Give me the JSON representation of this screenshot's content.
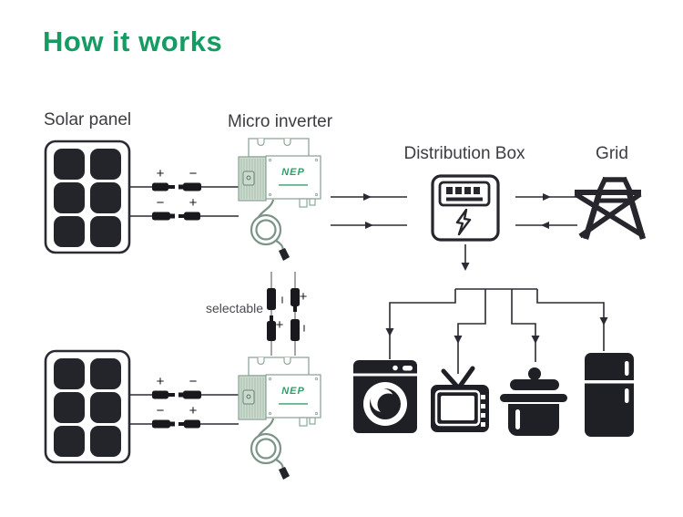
{
  "title": "How it works",
  "colors": {
    "accent_green": "#169b62",
    "diagram_line": "#2b2b33",
    "icon_black": "#1f1f26",
    "inverter_outline": "#8fa89a",
    "inverter_fin_fill": "#cbdccf",
    "logo_green": "#2f9e68"
  },
  "labels": {
    "solar_panel": "Solar panel",
    "micro_inverter": "Micro inverter",
    "distribution_box": "Distribution Box",
    "grid": "Grid",
    "selectable": "selectable"
  },
  "inverter_logo": "NEP",
  "marks": {
    "panel1_wire1": [
      "+",
      "−"
    ],
    "panel1_wire2": [
      "−",
      "+"
    ],
    "panel2_wire1": [
      "+",
      "−"
    ],
    "panel2_wire2": [
      "−",
      "+"
    ],
    "chain_top": [
      "−",
      "+"
    ],
    "chain_bottom": [
      "+",
      "−"
    ]
  },
  "appliances": [
    "washing-machine-icon",
    "television-icon",
    "cooking-pot-icon",
    "refrigerator-icon"
  ],
  "flow": {
    "inverter_to_box_arrows": 2,
    "box_to_grid_arrow": "right",
    "grid_to_box_arrow": "left",
    "box_to_loads_branches": 4
  }
}
